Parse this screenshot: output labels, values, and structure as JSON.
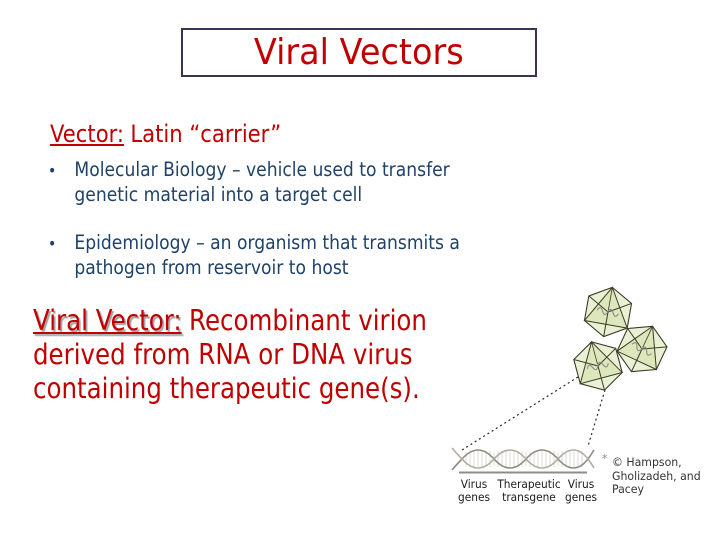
{
  "slide": {
    "title": "Viral Vectors",
    "bullet_char": "•",
    "heading": {
      "term": "Vector:",
      "rest": "Latin “carrier”"
    },
    "bullets": [
      {
        "lines": [
          "Molecular Biology – vehicle used to transfer",
          "genetic material into a target cell"
        ]
      },
      {
        "lines": [
          "Epidemiology – an organism that transmits a",
          "pathogen from reservoir to host"
        ]
      }
    ],
    "definition": {
      "term": "Viral Vector:",
      "line1_rest": "Recombinant virion",
      "line2": "derived from RNA or DNA virus",
      "line3": "containing therapeutic gene(s)."
    },
    "figure": {
      "labels": [
        {
          "lines": [
            "Virus",
            "genes"
          ]
        },
        {
          "lines": [
            "Therapeutic",
            "transgene"
          ]
        },
        {
          "lines": [
            "Virus",
            "genes"
          ]
        }
      ],
      "credit_lines": [
        "© Hampson,",
        "Gholizadeh, and",
        "Pacey"
      ],
      "footnote_marker": "*"
    },
    "colors": {
      "accent_red": "#C00000",
      "body_navy": "#1F4268",
      "box_border": "#3F3151",
      "virus_fill": "#E9F0D3",
      "helix_gray": "#8F8A82"
    }
  }
}
